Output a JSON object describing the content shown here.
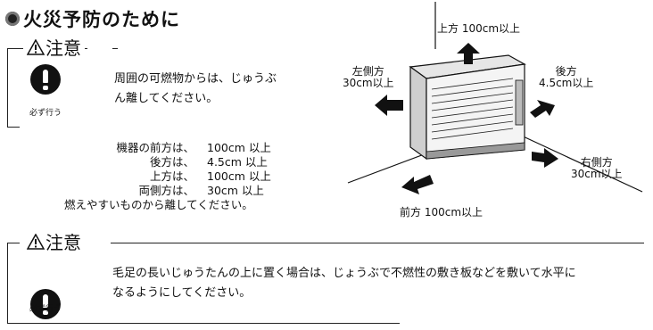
{
  "title": "火災予防のために",
  "caution1": {
    "label": "注意",
    "icon_caption": "必ず行う",
    "text": [
      "周囲の可燃物からは、じゅうぶ",
      "ん離してください。"
    ]
  },
  "clearances": {
    "rows": [
      {
        "label": "機器の前方は、",
        "value": "100cm 以上"
      },
      {
        "label": "後方は、",
        "value": "4.5cm 以上"
      },
      {
        "label": "上方は、",
        "value": "100cm 以上"
      },
      {
        "label": "両側方は、",
        "value": "30cm 以上"
      }
    ],
    "footer": "燃えやすいものから離してください。"
  },
  "diagram": {
    "top": "上方 100cm以上",
    "left": [
      "左側方",
      "30cm以上"
    ],
    "back": [
      "後方",
      "4.5cm以上"
    ],
    "right": [
      "右側方",
      "30cm以上"
    ],
    "front": "前方 100cm以上"
  },
  "caution2": {
    "label": "注意",
    "icon_caption": "必ず行う",
    "text": [
      "毛足の長いじゅうたんの上に置く場合は、じょうぶで不燃性の敷き板などを敷いて水平に",
      "なるようにしてください。"
    ]
  }
}
